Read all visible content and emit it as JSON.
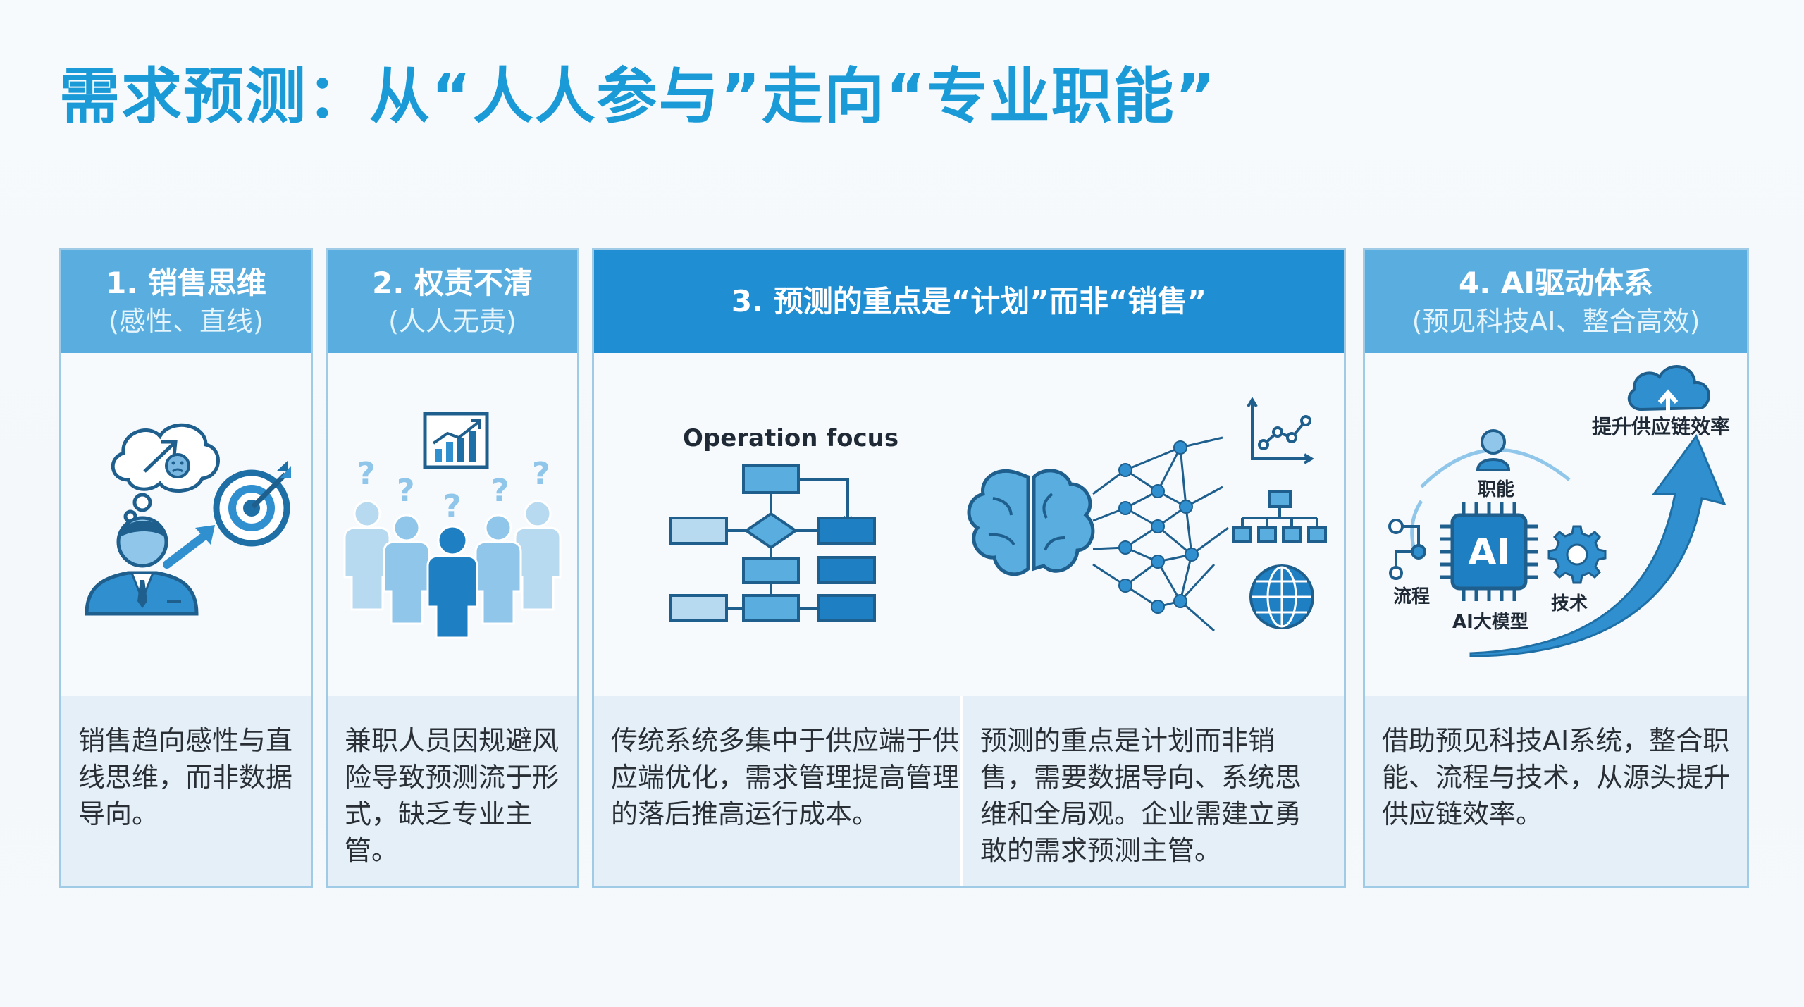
{
  "page": {
    "title": "需求预测：从“人人参与”走向“专业职能”"
  },
  "panels": [
    {
      "title": "1. 销售思维",
      "subtitle": "(感性、直线)",
      "text": "销售趋向感性与直线思维，而非数据导向。"
    },
    {
      "title": "2. 权责不清",
      "subtitle": "(人人无责)",
      "text": "兼职人员因规避风险导致预测流于形式，缺乏专业主管。"
    },
    {
      "title": "3. 预测的重点是“计划”而非“销售”",
      "illus_label": "Operation focus",
      "text_left": "传统系统多集中于供应端于供应端优化，需求管理提高管理的落后推高运行成本。",
      "text_right": "预测的重点是计划而非销售，需要数据导向、系统思维和全局观。企业需建立勇敢的需求预测主管。"
    },
    {
      "title": "4. AI驱动体系",
      "subtitle": "(预见科技AI、整合高效)",
      "labels": {
        "function": "职能",
        "process": "流程",
        "tech": "技术",
        "model": "AI大模型",
        "ai": "AI",
        "efficiency": "提升供应链效率"
      },
      "text": "借助预见科技AI系统，整合职能、流程与技术，从源头提升供应链效率。"
    }
  ],
  "colors": {
    "title": "#1a9ad6",
    "header_light": "#5aaedf",
    "header_dark": "#1f8ed3",
    "icon_dark": "#1e6fa6",
    "icon_mid": "#2f8fcf",
    "icon_light": "#8fc6ea"
  }
}
